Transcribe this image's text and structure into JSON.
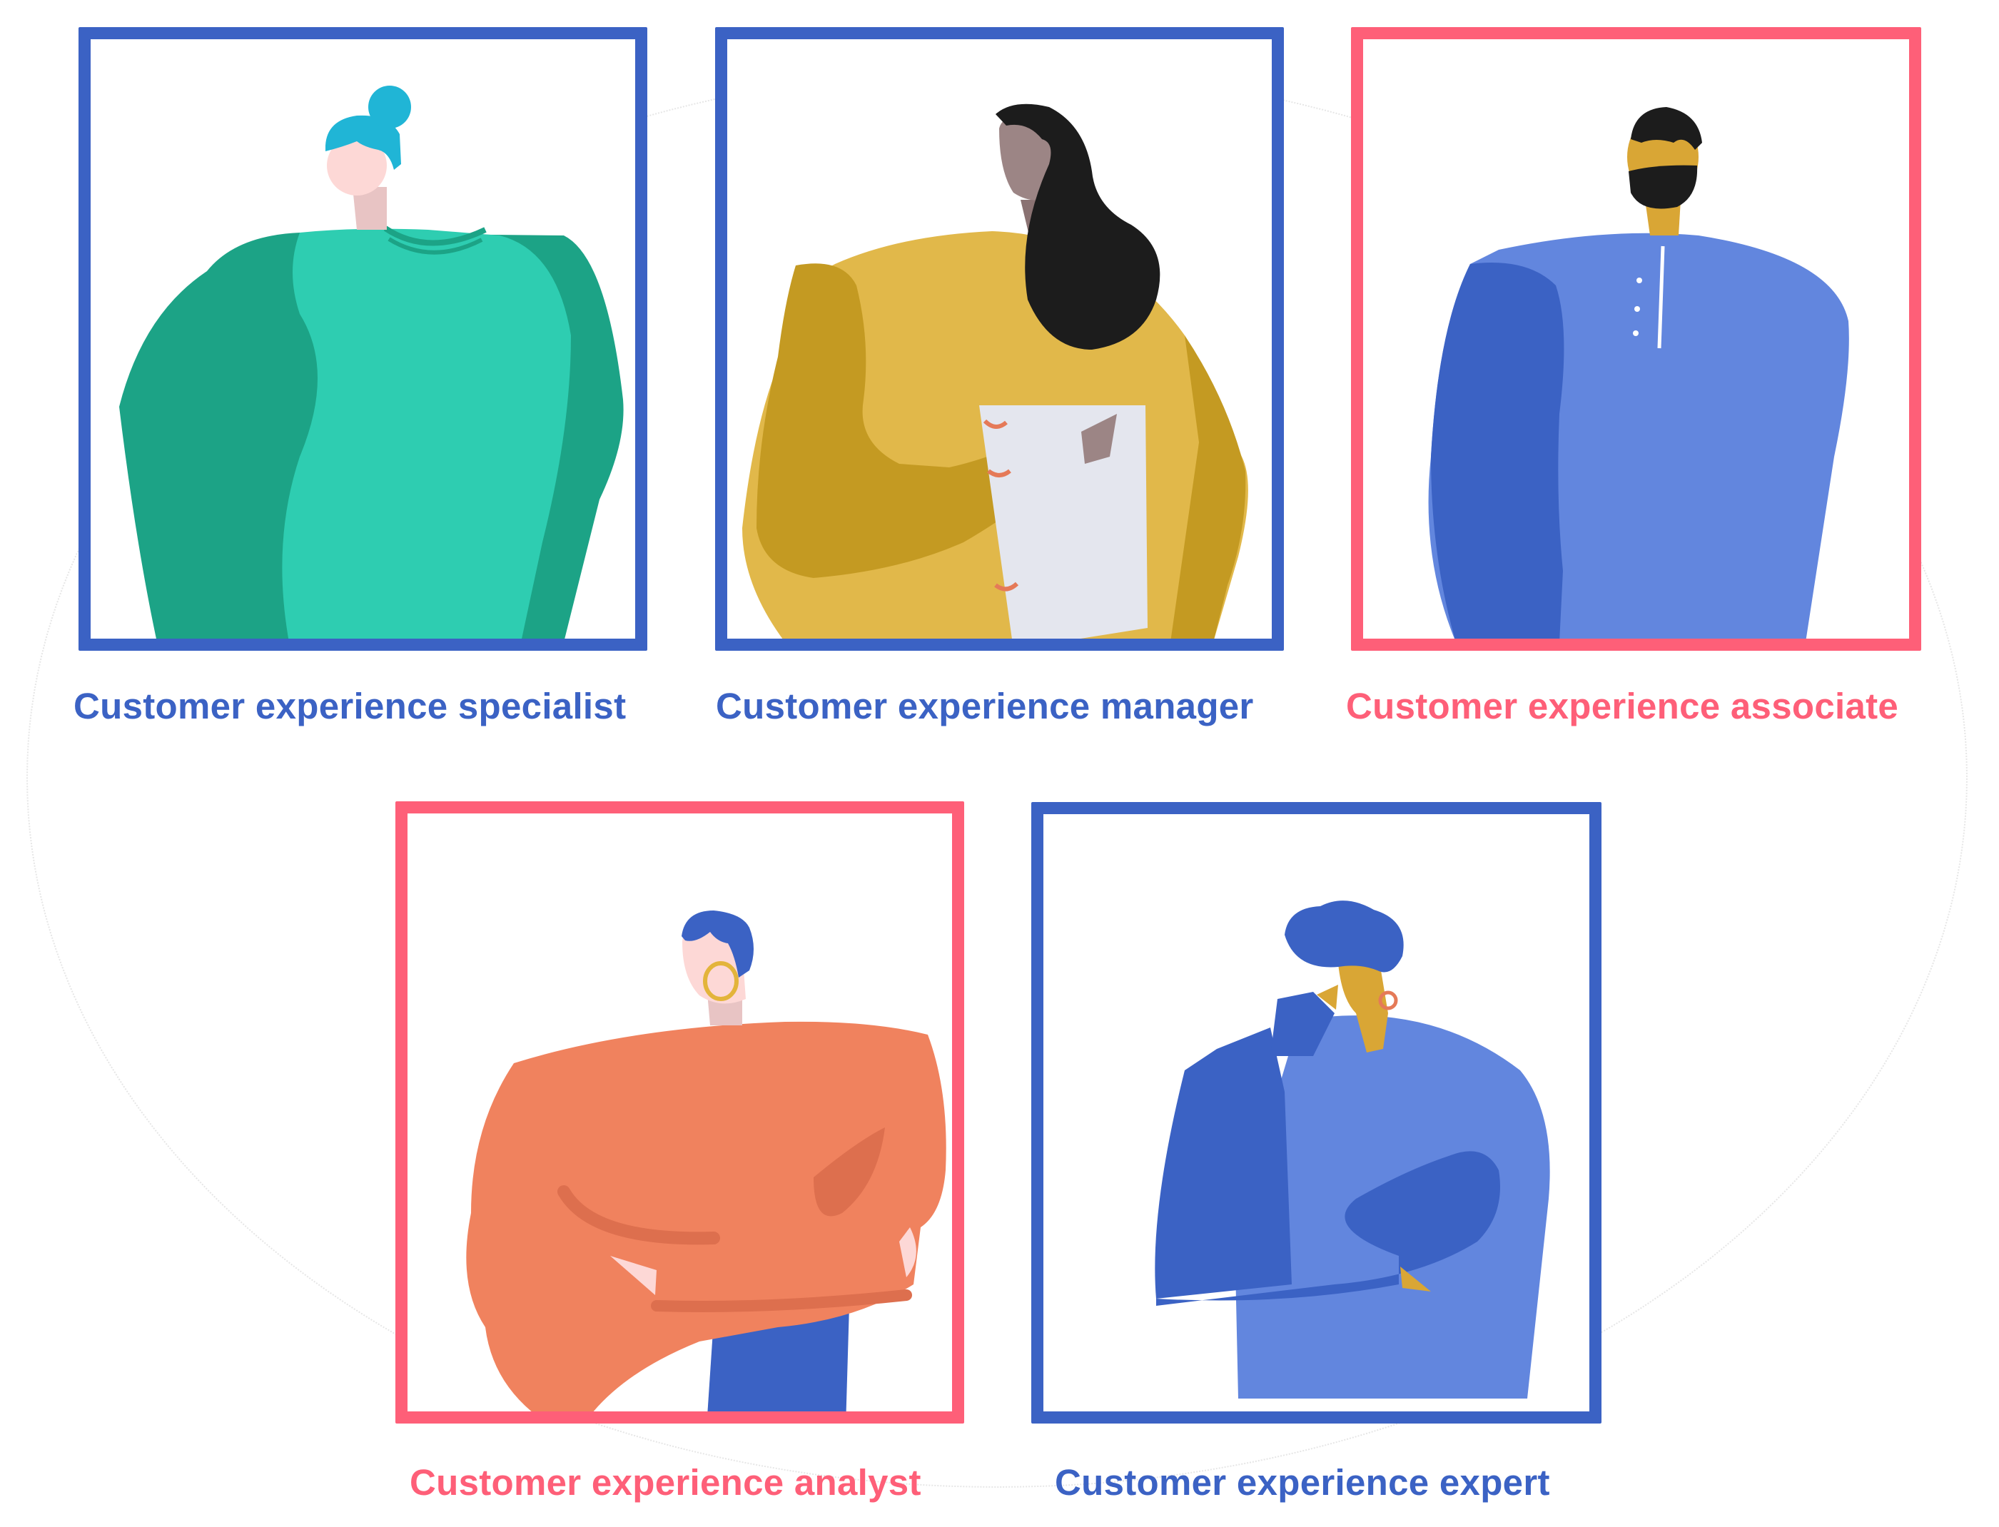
{
  "colors": {
    "frame_blue": "#3b62c4",
    "frame_pink": "#fe5f78",
    "label_blue": "#3b62c4",
    "label_pink": "#fe5f78"
  },
  "roles": [
    {
      "id": "specialist",
      "label": "Customer experience specialist",
      "frame_color": "blue",
      "figure": {
        "hair": "#20b5d6",
        "skin": "#fdd8d6",
        "top_main": "#2ecdb1",
        "top_shade": "#1ca386"
      }
    },
    {
      "id": "manager",
      "label": "Customer experience manager",
      "frame_color": "blue",
      "figure": {
        "hair": "#1c1c1c",
        "skin": "#9c8585",
        "top_main": "#e1b84a",
        "top_shade": "#c49a22",
        "prop": "notebook"
      }
    },
    {
      "id": "associate",
      "label": "Customer experience associate",
      "frame_color": "pink",
      "figure": {
        "hair": "#1c1c1c",
        "skin": "#d9a635",
        "top_main": "#6286de",
        "top_shade": "#3b62c4"
      }
    },
    {
      "id": "analyst",
      "label": "Customer experience analyst",
      "frame_color": "pink",
      "figure": {
        "hair": "#3b62c4",
        "skin": "#fdd8d6",
        "top_main": "#f0825e",
        "top_shade": "#dd6f4e",
        "accessory": "gold hoop earring"
      }
    },
    {
      "id": "expert",
      "label": "Customer experience expert",
      "frame_color": "blue",
      "figure": {
        "hair": "#3b62c4",
        "skin": "#d9a635",
        "top_main": "#6286de",
        "top_shade": "#3b62c4",
        "accessory": "coral earring"
      }
    }
  ]
}
